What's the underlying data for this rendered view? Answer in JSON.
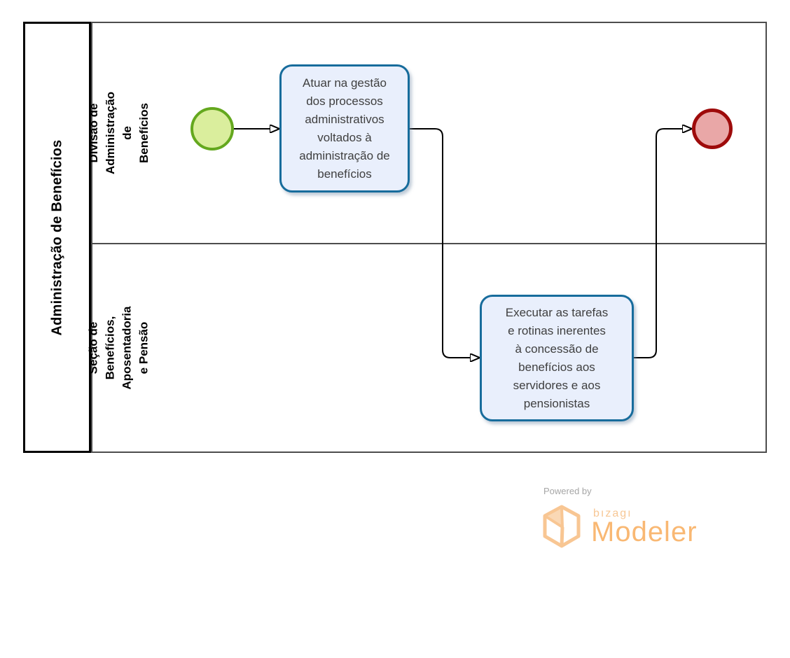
{
  "pool": {
    "label": "Administração de Benefícios"
  },
  "lanes": [
    {
      "label": "Divisão de Administração de\nBenefícios"
    },
    {
      "label": "Seção de Benefícios,\nAposentadoria e Pensão"
    }
  ],
  "tasks": [
    {
      "label": "Atuar na gestão\ndos processos\nadministrativos\nvoltados à\nadministração de\nbenefícios"
    },
    {
      "label": "Executar as tarefas\ne rotinas inerentes\nà concessão de\nbenefícios aos\nservidores e aos\npensionistas"
    }
  ],
  "events": {
    "start": {
      "type": "start-event"
    },
    "end": {
      "type": "end-event"
    }
  },
  "colors": {
    "task_fill": "#E9EFFC",
    "task_border": "#176C9C",
    "task_text": "#3F3F3F",
    "start_event_fill": "#DAEE9D",
    "start_event_border": "#64A81E",
    "end_event_fill": "#E9A7A7",
    "end_event_border": "#9E0B0B",
    "pool_border": "#000000",
    "lane_border": "#4D4D4D",
    "flow_line": "#000000",
    "logo_orange": "#F9B873",
    "logo_light_orange": "#F7C795",
    "powered_by_gray": "#A6A6A6"
  },
  "footer": {
    "powered_by": "Powered by",
    "brand": "bızagı",
    "product": "Modeler"
  }
}
